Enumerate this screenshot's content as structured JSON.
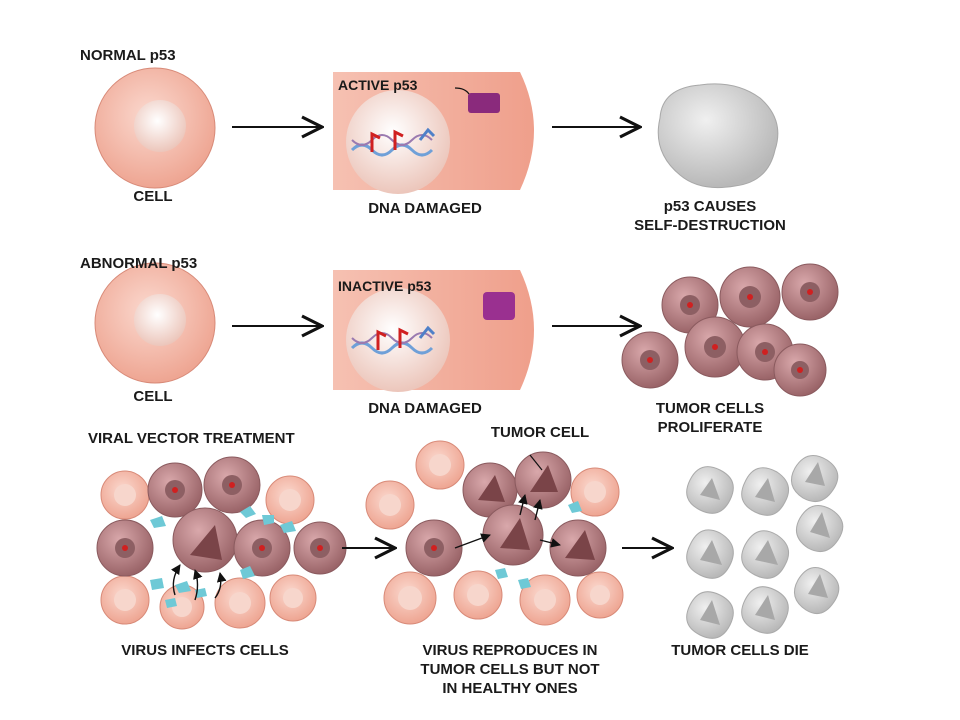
{
  "rows": {
    "normal": {
      "heading": "NORMAL p53",
      "cell_label": "CELL",
      "damaged_label": "DNA DAMAGED",
      "p53_label": "ACTIVE p53",
      "outcome_line1": "p53 CAUSES",
      "outcome_line2": "SELF-DESTRUCTION"
    },
    "abnormal": {
      "heading": "ABNORMAL p53",
      "cell_label": "CELL",
      "damaged_label": "DNA DAMAGED",
      "p53_label": "INACTIVE p53",
      "outcome_line1": "TUMOR CELLS",
      "outcome_line2": "PROLIFERATE"
    },
    "viral": {
      "heading": "VIRAL VECTOR TREATMENT",
      "tumor_cell_label": "TUMOR CELL",
      "step1": "VIRUS INFECTS CELLS",
      "step2_line1": "VIRUS REPRODUCES IN",
      "step2_line2": "TUMOR CELLS BUT NOT",
      "step2_line3": "IN HEALTHY ONES",
      "step3": "TUMOR CELLS DIE"
    }
  },
  "colors": {
    "healthy_cell": "#f3b2a2",
    "healthy_nucleus": "#f7d6cc",
    "damaged_cell": "#f2b19f",
    "tumor_cell": "#b8878a",
    "tumor_nucleus": "#8d5f63",
    "dead_cell": "#d2d2d2",
    "active_p53": "#8a2a7c",
    "inactive_p53": "#9a3090",
    "virus": "#6ec9d6",
    "dna_red": "#d02020",
    "dna_blue": "#6fa0d8"
  }
}
